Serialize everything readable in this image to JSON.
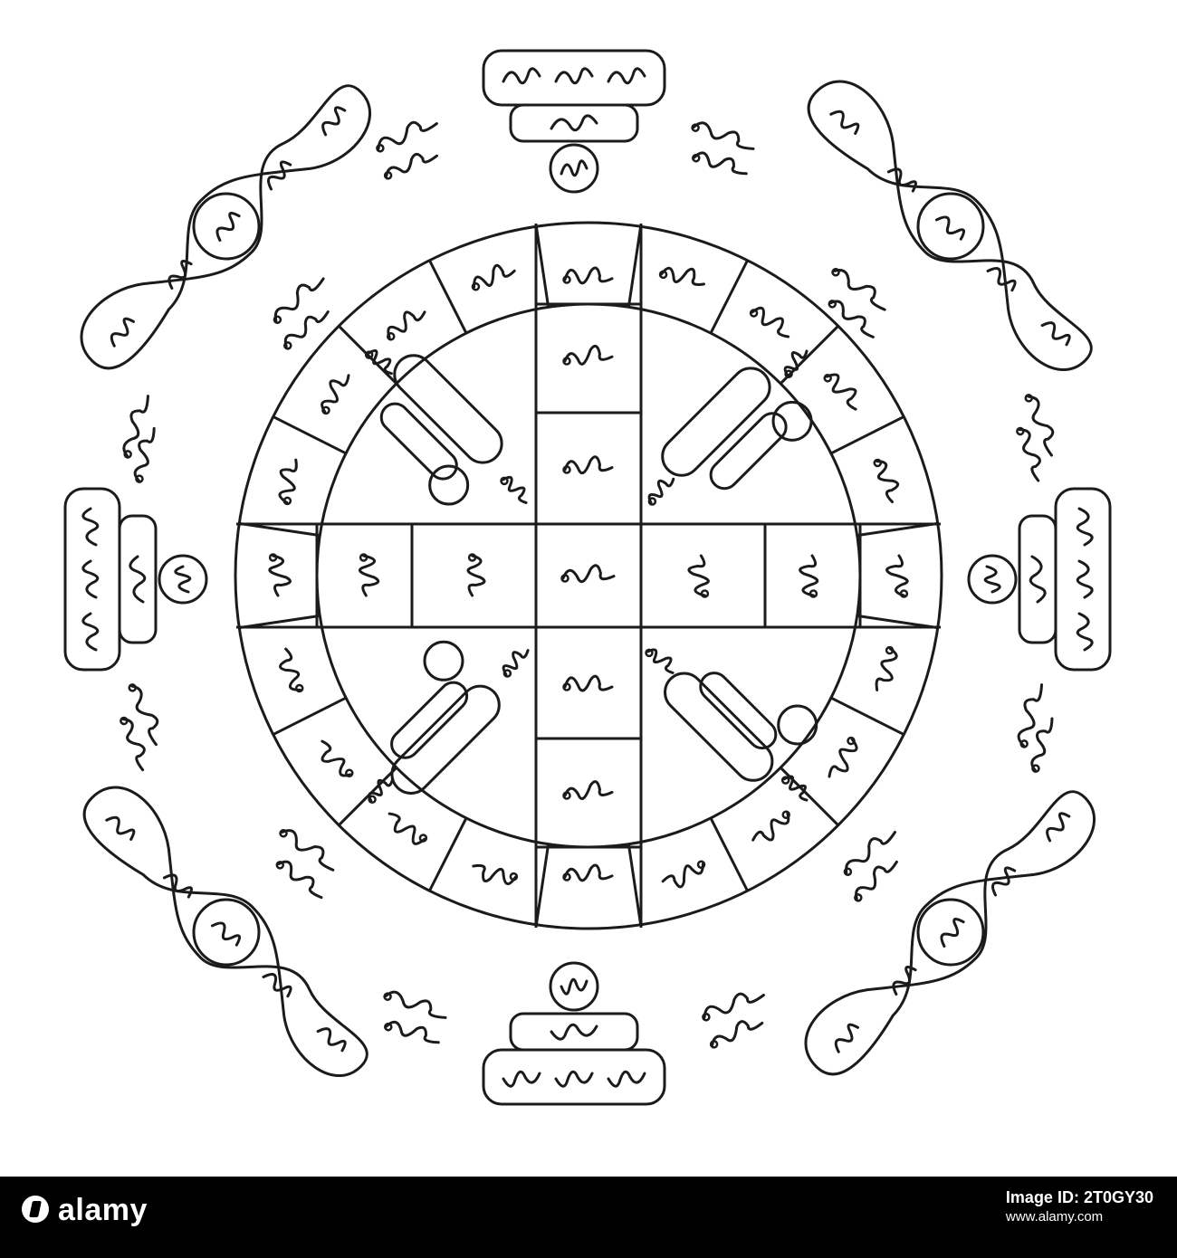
{
  "footer": {
    "brand": "alamy",
    "image_id_label": "Image ID: 2T0GY30",
    "url": "www.alamy.com"
  },
  "colors": {
    "ink": "#1b1b1b",
    "background": "#ffffff",
    "footer_background": "#000000",
    "footer_text": "#ffffff"
  }
}
